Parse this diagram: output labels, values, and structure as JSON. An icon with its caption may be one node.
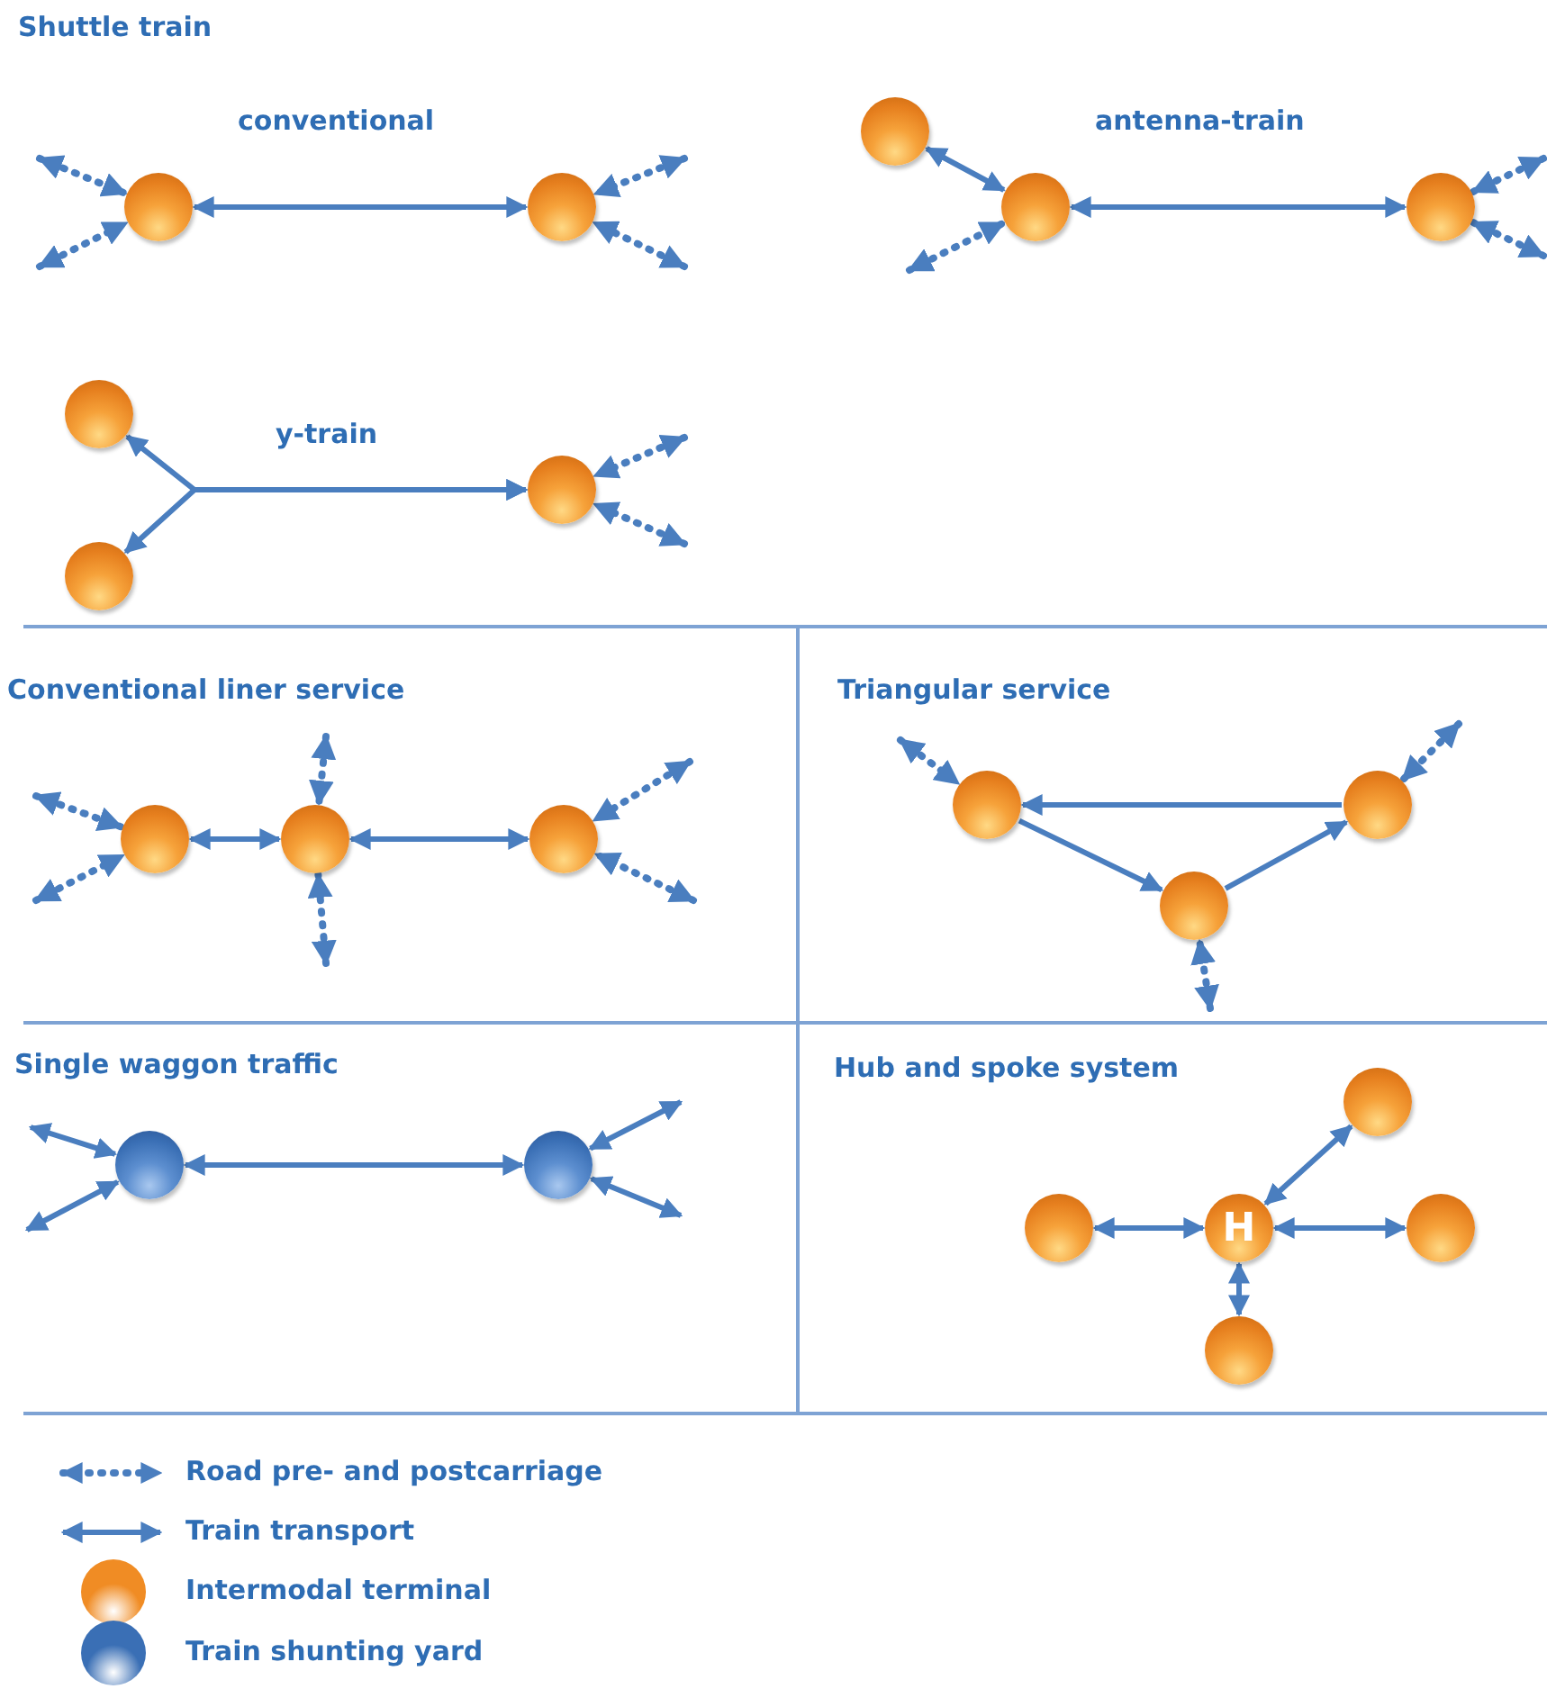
{
  "diagram": {
    "nodes": [
      {
        "text": [],
        "shape": "circle"
      },
      {
        "text": [],
        "shape": "circle"
      },
      {
        "text": [],
        "shape": "circle"
      },
      {
        "text": [],
        "shape": "circle"
      },
      {
        "text": [],
        "shape": "circle"
      },
      {
        "text": [],
        "shape": "circle"
      },
      {
        "text": [],
        "shape": "circle"
      },
      {
        "text": [],
        "shape": "circle"
      },
      {
        "text": [],
        "shape": "circle"
      },
      {
        "text": [],
        "shape": "circle"
      },
      {
        "text": [],
        "shape": "circle"
      },
      {
        "text": [],
        "shape": "circle"
      },
      {
        "text": [],
        "shape": "circle"
      },
      {
        "text": [],
        "shape": "circle"
      },
      {
        "text": [],
        "shape": "circle"
      },
      {
        "text": [],
        "shape": "circle"
      },
      {
        "text": [],
        "shape": "circle"
      },
      {
        "text": [],
        "shape": "circle"
      },
      {
        "text": [
          "H"
        ]
      },
      {
        "text": [],
        "shape": "circle"
      },
      {
        "text": [],
        "shape": "circle"
      }
    ],
    "edges": [
      {
        "from": 0,
        "to": 1,
        "arrow": "both"
      },
      {
        "from": null,
        "to": 0,
        "arrow": "both",
        "style": "dashed"
      },
      {
        "from": null,
        "to": 0,
        "arrow": "both",
        "style": "dashed"
      },
      {
        "from": null,
        "to": 1,
        "arrow": "both",
        "style": "dashed"
      },
      {
        "from": null,
        "to": 1,
        "arrow": "both",
        "style": "dashed"
      },
      {
        "from": 3,
        "to": 2,
        "arrow": "both"
      },
      {
        "from": 3,
        "to": 4,
        "arrow": "both"
      },
      {
        "from": null,
        "to": 3,
        "arrow": "both",
        "style": "dashed"
      },
      {
        "from": null,
        "to": 4,
        "arrow": "both",
        "style": "dashed"
      },
      {
        "from": null,
        "to": 4,
        "arrow": "both",
        "style": "dashed"
      },
      {
        "from": 7,
        "to": 5,
        "arrow": "both"
      },
      {
        "from": 7,
        "to": 6,
        "arrow": "both"
      },
      {
        "from": null,
        "to": 7,
        "arrow": "both",
        "style": "dashed"
      },
      {
        "from": null,
        "to": 7,
        "arrow": "both",
        "style": "dashed"
      },
      {
        "from": 8,
        "to": 9,
        "arrow": "both"
      },
      {
        "from": 9,
        "to": 10,
        "arrow": "both"
      },
      {
        "from": null,
        "to": 8,
        "arrow": "both",
        "style": "dashed"
      },
      {
        "from": null,
        "to": 8,
        "arrow": "both",
        "style": "dashed"
      },
      {
        "from": null,
        "to": 9,
        "arrow": "both",
        "style": "dashed"
      },
      {
        "from": null,
        "to": 9,
        "arrow": "both",
        "style": "dashed"
      },
      {
        "from": null,
        "to": 10,
        "arrow": "both",
        "style": "dashed"
      },
      {
        "from": null,
        "to": 10,
        "arrow": "both",
        "style": "dashed"
      },
      {
        "from": 12,
        "to": 11,
        "arrow": "to"
      },
      {
        "from": 11,
        "to": 13,
        "arrow": "to"
      },
      {
        "from": 13,
        "to": 12,
        "arrow": "to"
      },
      {
        "from": null,
        "to": 11,
        "arrow": "both",
        "style": "dashed"
      },
      {
        "from": null,
        "to": 12,
        "arrow": "both",
        "style": "dashed"
      },
      {
        "from": null,
        "to": 13,
        "arrow": "both",
        "style": "dashed"
      },
      {
        "from": 14,
        "to": 15,
        "arrow": "both"
      },
      {
        "from": null,
        "to": 14,
        "arrow": "both"
      },
      {
        "from": null,
        "to": 14,
        "arrow": "both"
      },
      {
        "from": null,
        "to": 15,
        "arrow": "both"
      },
      {
        "from": null,
        "to": 15,
        "arrow": "both"
      },
      {
        "from": 18,
        "to": 16,
        "arrow": "both"
      },
      {
        "from": 18,
        "to": 17,
        "arrow": "both"
      },
      {
        "from": 18,
        "to": 19,
        "arrow": "both"
      },
      {
        "from": 18,
        "to": 20,
        "arrow": "both"
      }
    ],
    "labels": [
      "Shuttle train",
      "conventional",
      "antenna-train",
      "y-train",
      "Conventional liner service",
      "Triangular service",
      "Single waggon traffic",
      "Hub and spoke system"
    ],
    "legend": [
      {
        "text": "Road pre- and postcarriage"
      },
      {
        "text": "Train transport"
      },
      {
        "text": "Intermodal terminal",
        "color": "#f08c24"
      },
      {
        "text": "Train shunting yard",
        "color": "#3a6fb5"
      }
    ]
  }
}
